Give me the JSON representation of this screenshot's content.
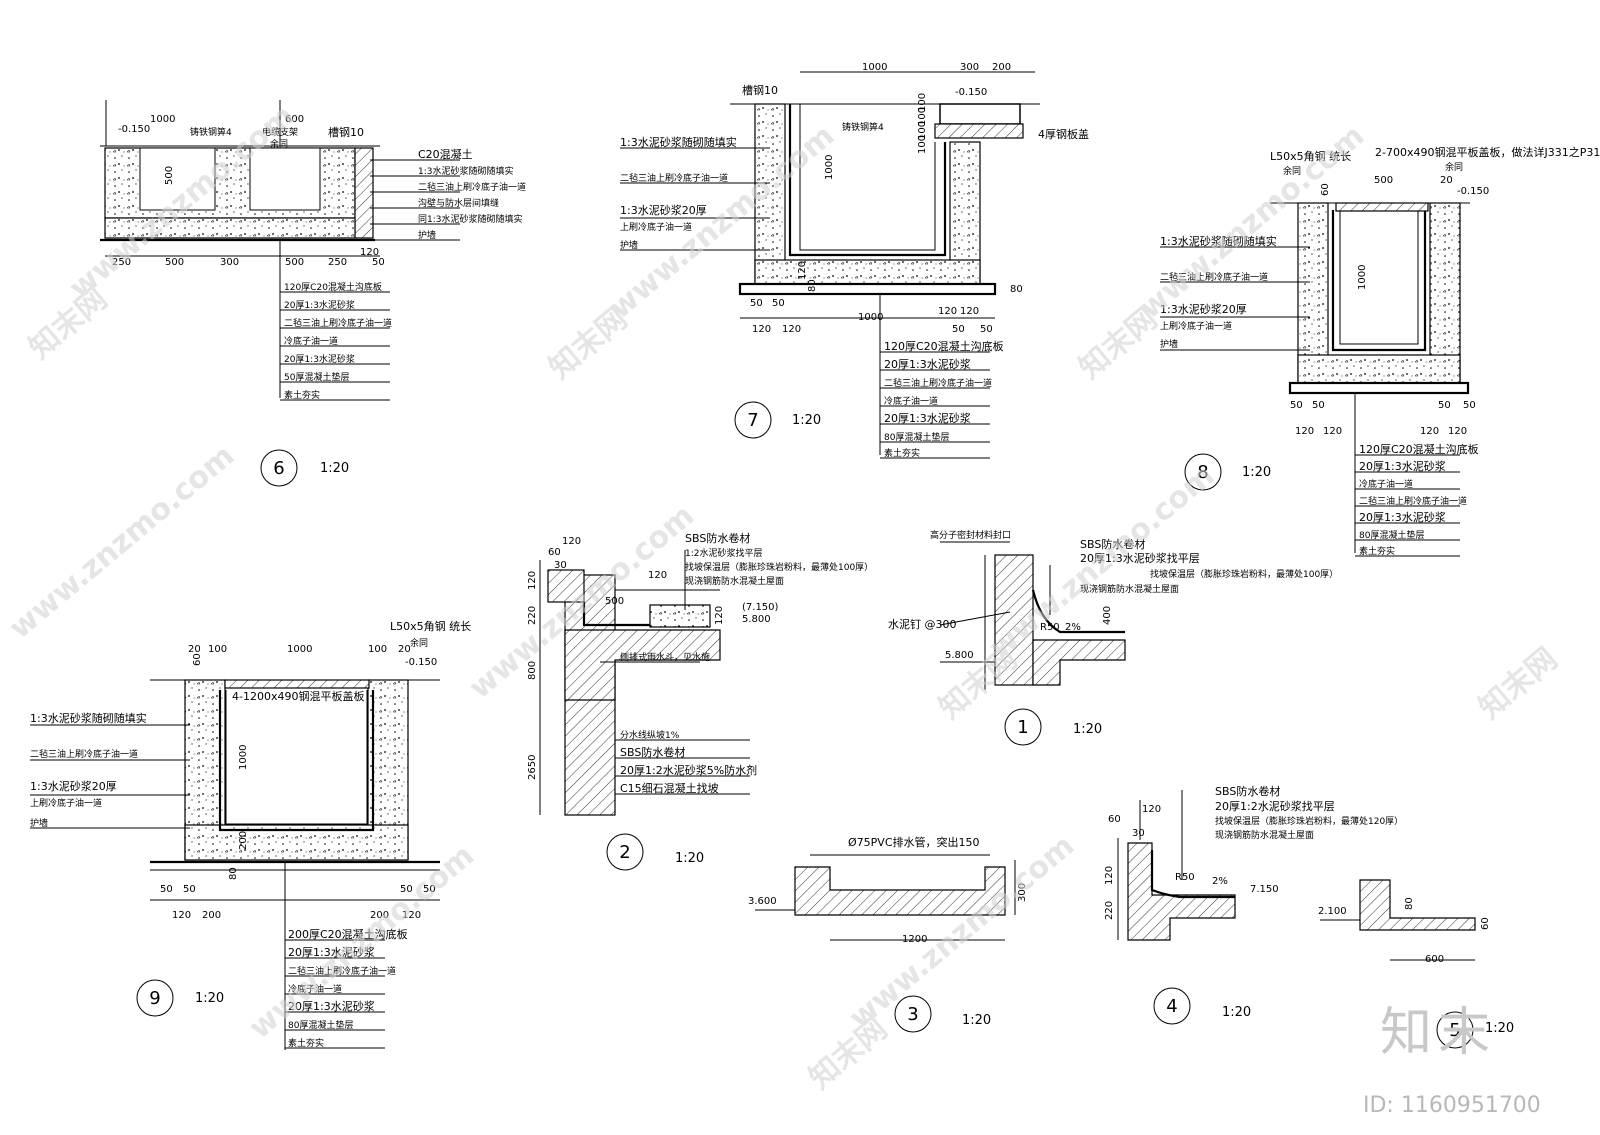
{
  "details": {
    "d6": {
      "index": "6",
      "scale": "1:20",
      "elev": "-0.150",
      "dims_top": [
        "1000",
        "600"
      ],
      "dims_bottom": [
        "250",
        "500",
        "300",
        "500",
        "250",
        "50",
        "120"
      ],
      "height": "500",
      "tags": [
        "铸铁钢箅4",
        "电缆支架",
        "余同",
        "槽钢10"
      ],
      "notes": [
        "C20混凝土",
        "1:3水泥砂浆随砌随填实",
        "二毡三油上刷冷底子油一道",
        "沟壁与防水层间填缝",
        "同1:3水泥砂浆随砌随填实",
        "护墙"
      ],
      "layers": [
        "120厚C20混凝土沟底板",
        "20厚1:3水泥砂浆",
        "二毡三油上刷冷底子油一道",
        "冷底子油一道",
        "20厚1:3水泥砂浆",
        "50厚混凝土垫层",
        "素土夯实"
      ]
    },
    "d7": {
      "index": "7",
      "scale": "1:20",
      "elev": "-0.150",
      "dims_top": [
        "1000",
        "300",
        "200"
      ],
      "dims_bottom": [
        "50",
        "50",
        "120",
        "120",
        "1000",
        "120",
        "120",
        "50",
        "50"
      ],
      "height": "1000",
      "side_dims": [
        "100",
        "100",
        "100",
        "100",
        "80",
        "120",
        "80"
      ],
      "tags": [
        "槽钢10",
        "铸铁钢箅4",
        "4厚钢板盖"
      ],
      "notes": [
        "1:3水泥砂浆随砌随填实",
        "二毡三油上刷冷底子油一道",
        "1:3水泥砂浆20厚",
        "上刷冷底子油一道",
        "护墙"
      ],
      "layers": [
        "120厚C20混凝土沟底板",
        "20厚1:3水泥砂浆",
        "二毡三油上刷冷底子油一道",
        "冷底子油一道",
        "20厚1:3水泥砂浆",
        "80厚混凝土垫层",
        "素土夯实"
      ]
    },
    "d8": {
      "index": "8",
      "scale": "1:20",
      "elev": "-0.150",
      "head_left": "L50x5角钢 统长",
      "head_left2": "余同",
      "head_right": "2-700x490钢混平板盖板，做法详J331之P31",
      "head_right2": "余同",
      "dims_top": [
        "60",
        "500",
        "20"
      ],
      "dims_bottom": [
        "50",
        "50",
        "120",
        "120",
        "50",
        "50",
        "120",
        "120"
      ],
      "height": "1000",
      "notes": [
        "1:3水泥砂浆随砌随填实",
        "二毡三油上刷冷底子油一道",
        "1:3水泥砂浆20厚",
        "上刷冷底子油一道",
        "护墙"
      ],
      "layers": [
        "120厚C20混凝土沟底板",
        "20厚1:3水泥砂浆",
        "冷底子油一道",
        "二毡三油上刷冷底子油一道",
        "20厚1:3水泥砂浆",
        "80厚混凝土垫层",
        "素土夯实"
      ]
    },
    "d9": {
      "index": "9",
      "scale": "1:20",
      "elev": "-0.150",
      "head": "L50x5角钢 统长",
      "head2": "余同",
      "dims_top": [
        "20",
        "100",
        "1000",
        "100",
        "20"
      ],
      "dims_bottom": [
        "50",
        "50",
        "120",
        "200",
        "200",
        "120",
        "50",
        "50"
      ],
      "cover": "4-1200x490钢混平板盖板",
      "height": "1000",
      "small_dims": [
        "60",
        "200",
        "80"
      ],
      "notes": [
        "1:3水泥砂浆随砌随填实",
        "二毡三油上刷冷底子油一道",
        "1:3水泥砂浆20厚",
        "上刷冷底子油一道",
        "护墙"
      ],
      "layers": [
        "200厚C20混凝土沟底板",
        "20厚1:3水泥砂浆",
        "二毡三油上刷冷底子油一道",
        "冷底子油一道",
        "20厚1:3水泥砂浆",
        "80厚混凝土垫层",
        "素土夯实"
      ]
    },
    "d2": {
      "index": "2",
      "scale": "1:20",
      "dims_top": [
        "120",
        "60",
        "30"
      ],
      "dims_left": [
        "120",
        "220",
        "800",
        "2650"
      ],
      "dims_mid": [
        "120",
        "500",
        "120"
      ],
      "elev": "5.800",
      "elev2": "(7.150)",
      "notes": [
        "SBS防水卷材",
        "1:2水泥砂浆找平层",
        "找坡保温层（膨胀珍珠岩粉料，最薄处100厚）",
        "现浇钢筋防水混凝土屋面"
      ],
      "drain_note": "侧排式雨水斗，见水施",
      "layers": [
        "分水线纵坡1%",
        "SBS防水卷材",
        "20厚1:2水泥砂浆5%防水剂",
        "C15细石混凝土找坡"
      ]
    },
    "d1": {
      "index": "1",
      "scale": "1:20",
      "top_note": "高分子密封材料封口",
      "notes": [
        "SBS防水卷材",
        "20厚1:3水泥砂浆找平层",
        "找坡保温层（膨胀珍珠岩粉料，最薄处100厚）",
        "现浇钢筋防水混凝土屋面"
      ],
      "nail": "水泥钉 @300",
      "elev": "5.800",
      "r": "R50",
      "slope": "2%",
      "h": "400"
    },
    "d3": {
      "index": "3",
      "scale": "1:20",
      "pipe": "Ø75PVC排水管，突出150",
      "elev": "3.600",
      "width": "1200",
      "height": "300"
    },
    "d4": {
      "index": "4",
      "scale": "1:20",
      "notes": [
        "SBS防水卷材",
        "20厚1:2水泥砂浆找平层",
        "找坡保温层（膨胀珍珠岩粉料，最薄处120厚）",
        "现浇钢筋防水混凝土屋面"
      ],
      "dims": [
        "60",
        "120",
        "30",
        "120",
        "220"
      ],
      "r": "R50",
      "slope": "2%",
      "elev": "7.150"
    },
    "d5": {
      "index": "5",
      "scale": "1:20",
      "elev": "2.100",
      "width": "600",
      "h1": "80",
      "h2": "60"
    }
  },
  "watermark": {
    "text": "www.znzmo.com",
    "brand": "知末网",
    "logo": "知末",
    "id": "ID: 1160951700"
  }
}
